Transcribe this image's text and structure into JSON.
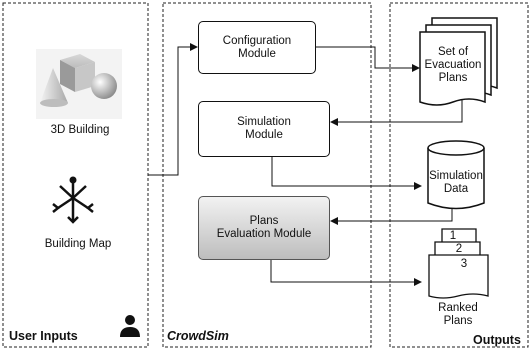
{
  "panels": {
    "user_inputs": {
      "title": "User Inputs"
    },
    "crowdsim": {
      "title": "CrowdSim"
    },
    "outputs": {
      "title": "Outputs"
    }
  },
  "inputs": {
    "building_3d": "3D Building",
    "building_map": "Building Map"
  },
  "modules": {
    "configuration": "Configuration\nModule",
    "simulation": "Simulation\nModule",
    "plans_evaluation": "Plans\nEvaluation Module"
  },
  "outputs_items": {
    "evacuation_plans": "Set of\nEvacuation\nPlans",
    "simulation_data": "Simulation\nData",
    "ranked_plans": "Ranked\nPlans",
    "page_numbers": [
      "1",
      "2",
      "3"
    ]
  },
  "colors": {
    "line": "#111111",
    "module_gray_top": "#f2f2f2",
    "module_gray_bottom": "#bdbdbd"
  },
  "icons": [
    "3d-shapes-icon",
    "building-map-icon",
    "user-icon"
  ]
}
